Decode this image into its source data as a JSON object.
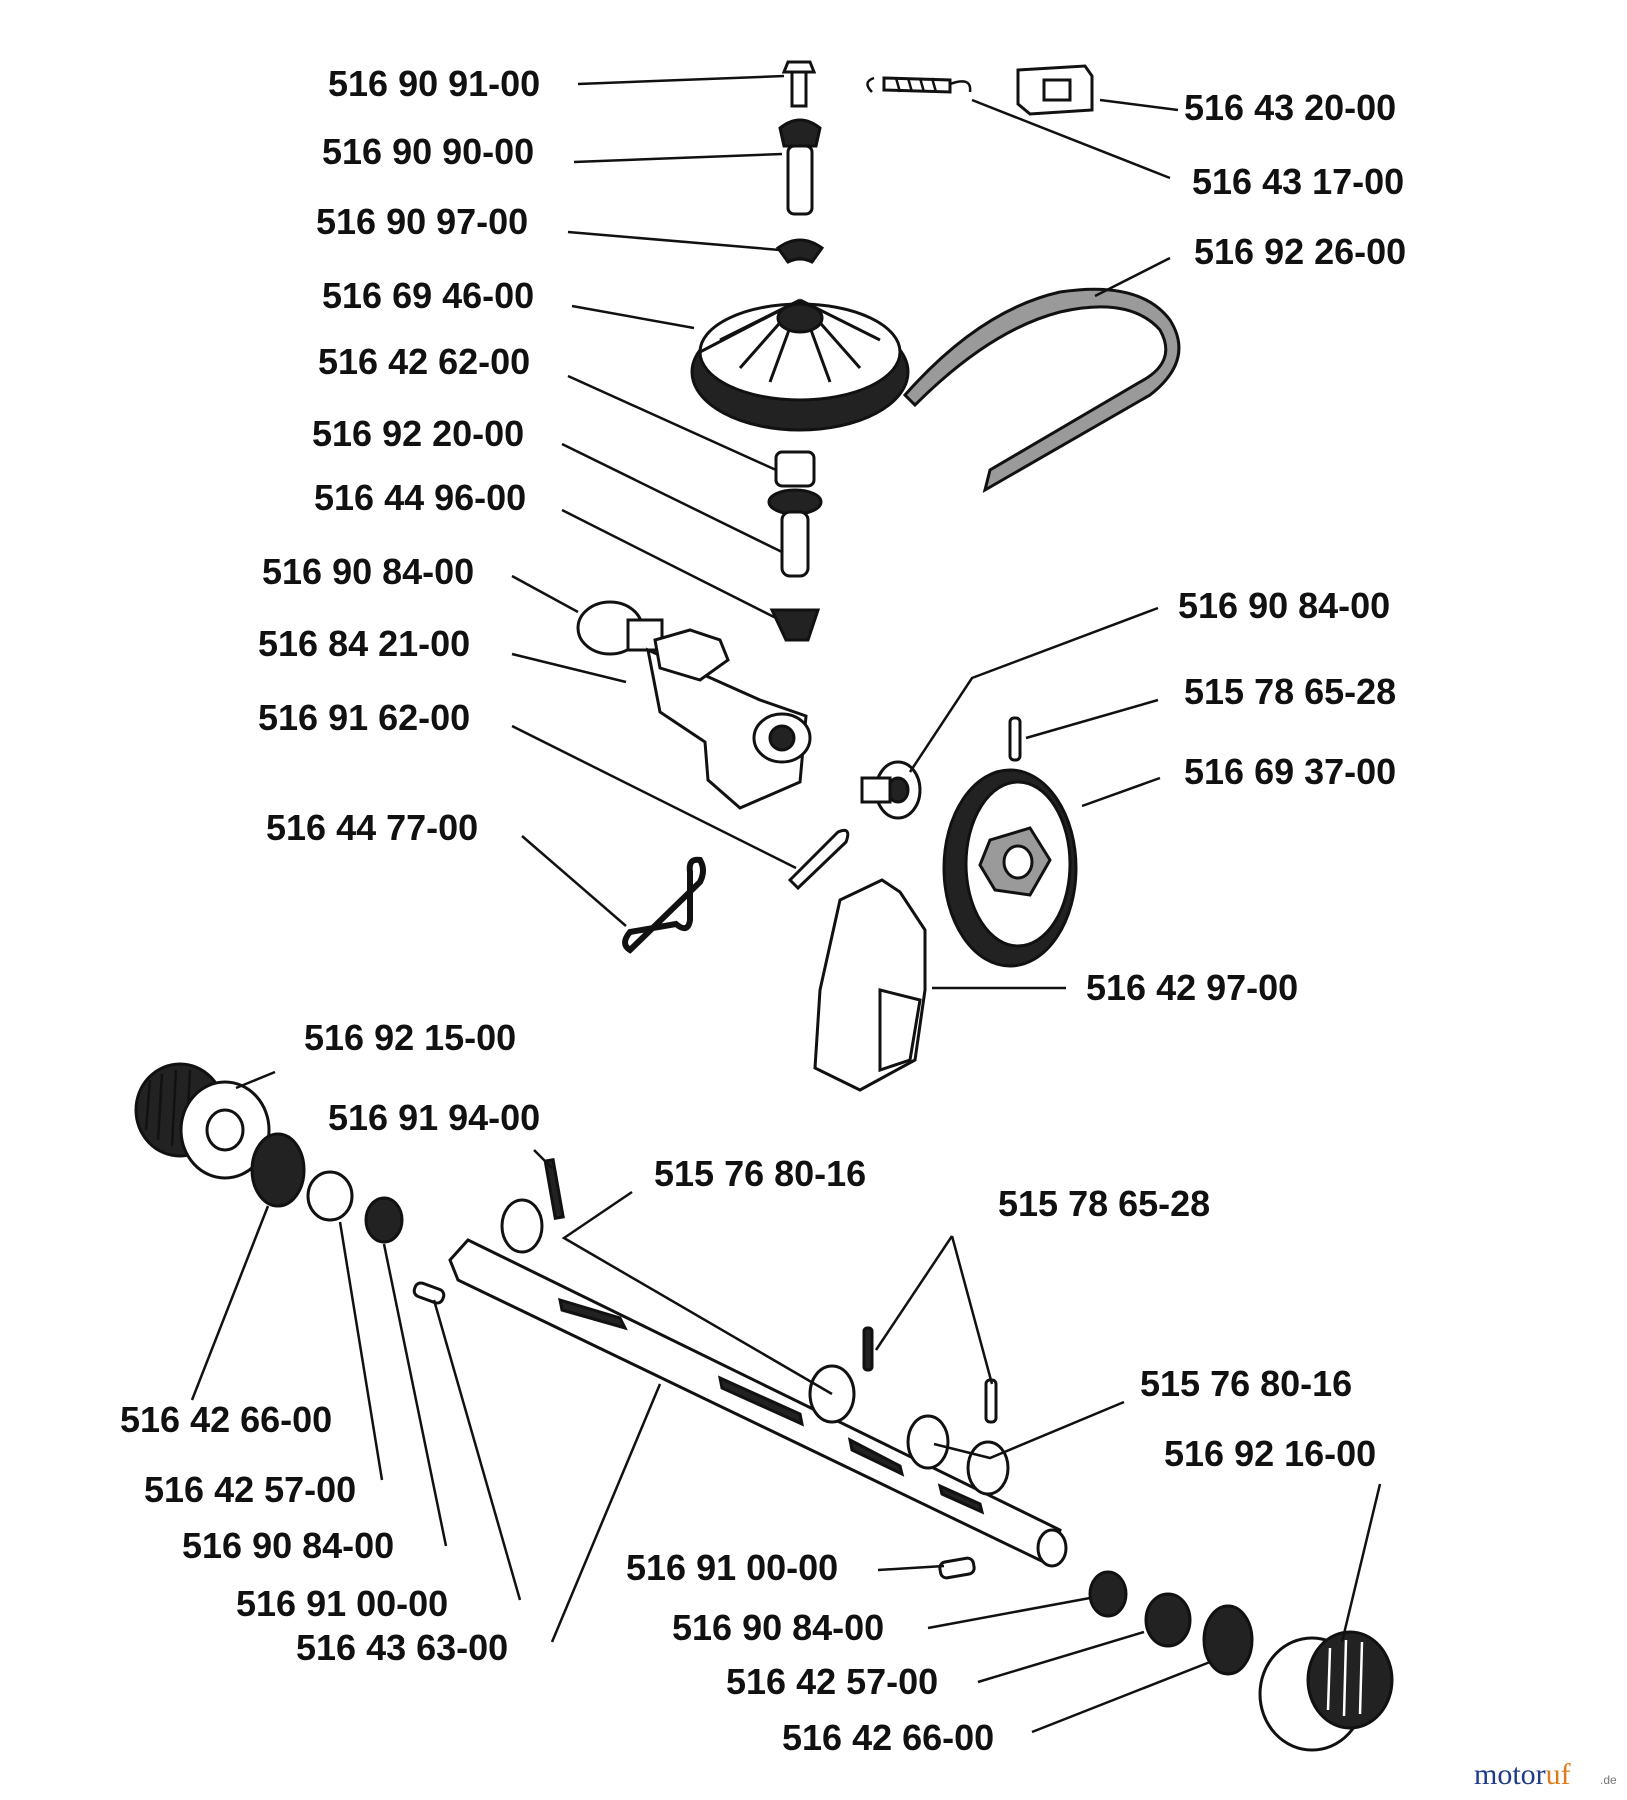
{
  "labels": [
    "516 90 91-00",
    "516 90 90-00",
    "516 90 97-00",
    "516 69 46-00",
    "516 42 62-00",
    "516 92 20-00",
    "516 44 96-00",
    "516 90 84-00",
    "516 84 21-00",
    "516 91 62-00",
    "516 44 77-00",
    "516 43 20-00",
    "516 43 17-00",
    "516 92 26-00",
    "516 90 84-00",
    "515 78 65-28",
    "516 69 37-00",
    "516 42 97-00",
    "516 92 15-00",
    "516 91 94-00",
    "515 76 80-16",
    "515 78 65-28",
    "515 76 80-16",
    "516 92 16-00",
    "516 42 66-00",
    "516 42 57-00",
    "516 90 84-00",
    "516 91 00-00",
    "516 43 63-00",
    "516 91 00-00",
    "516 90 84-00",
    "516 42 57-00",
    "516 42 66-00"
  ],
  "watermark": {
    "text_a": "motor",
    "text_b": "uf",
    "suffix": ".de"
  },
  "colors": {
    "ink": "#111111",
    "watermark_blue": "#1e3a8a",
    "watermark_orange": "#e07b1a"
  }
}
